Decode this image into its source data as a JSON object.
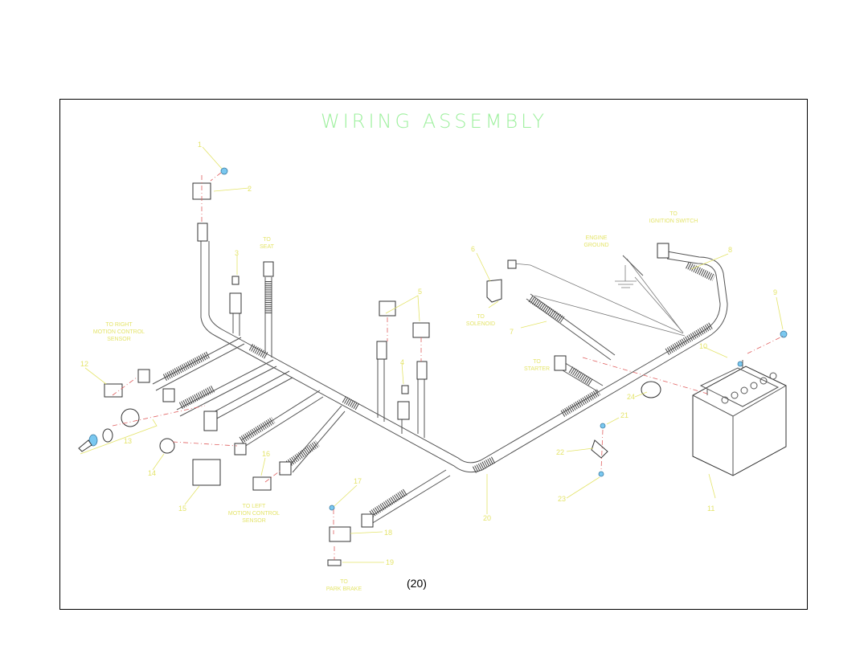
{
  "title": "WIRING ASSEMBLY",
  "page_number": "(20)",
  "labels": {
    "seat": [
      "TO",
      "SEAT"
    ],
    "right_pedal": [
      "TO RIGHT",
      "MOTION CONTROL",
      "SENSOR"
    ],
    "left_pedal": [
      "TO LEFT",
      "MOTION CONTROL",
      "SENSOR"
    ],
    "ignition": [
      "TO",
      "IGNITION SWITCH"
    ],
    "engine": [
      "ENGINE",
      "GROUND"
    ],
    "starter": [
      "TO",
      "STARTER"
    ],
    "solenoid": [
      "TO",
      "SOLENOID"
    ],
    "park_brake": [
      "TO",
      "PARK BRAKE"
    ]
  },
  "callouts": [
    "1",
    "2",
    "3",
    "4",
    "5",
    "6",
    "7",
    "8",
    "9",
    "10",
    "11",
    "12",
    "13",
    "14",
    "15",
    "16",
    "17",
    "18",
    "19",
    "20",
    "21",
    "22",
    "23",
    "24"
  ],
  "colors": {
    "title": "#9ef09e",
    "callout": "#e4e46a",
    "centerline": "#e06060",
    "fastener": "#7ac8f0",
    "frame": "#000000"
  }
}
